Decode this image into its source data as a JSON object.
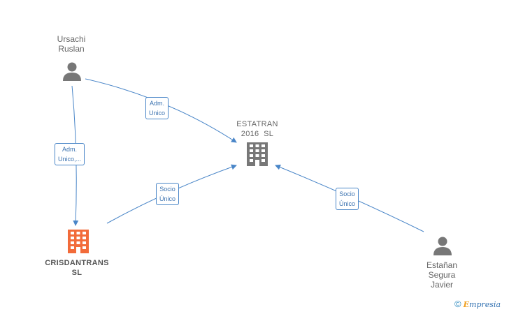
{
  "nodes": {
    "ursachi": {
      "lines": [
        "Ursachi",
        "Ruslan"
      ],
      "icon": "person-icon",
      "color": "#777777"
    },
    "estatran": {
      "lines": [
        "ESTATRAN",
        "2016  SL"
      ],
      "icon": "building-icon",
      "color": "#777777"
    },
    "crisdantrans": {
      "lines": [
        "CRISDANTRANS",
        "SL"
      ],
      "icon": "building-icon",
      "color": "#f26b3a"
    },
    "estanan": {
      "lines": [
        "Estañan",
        "Segura",
        "Javier"
      ],
      "icon": "person-icon",
      "color": "#777777"
    }
  },
  "edges": {
    "ursachi_estatran": {
      "lines": [
        "Adm.",
        "Unico"
      ]
    },
    "ursachi_crisdantrans": {
      "lines": [
        "Adm.",
        "Unico,..."
      ]
    },
    "crisdantrans_estatran": {
      "lines": [
        "Socio",
        "Único"
      ]
    },
    "estanan_estatran": {
      "lines": [
        "Socio",
        "Único"
      ]
    }
  },
  "colors": {
    "edge": "#4a86c8",
    "edge_label_text": "#3b72b0"
  },
  "brand": {
    "copyright": "©",
    "e": "E",
    "rest": "mpresia"
  }
}
